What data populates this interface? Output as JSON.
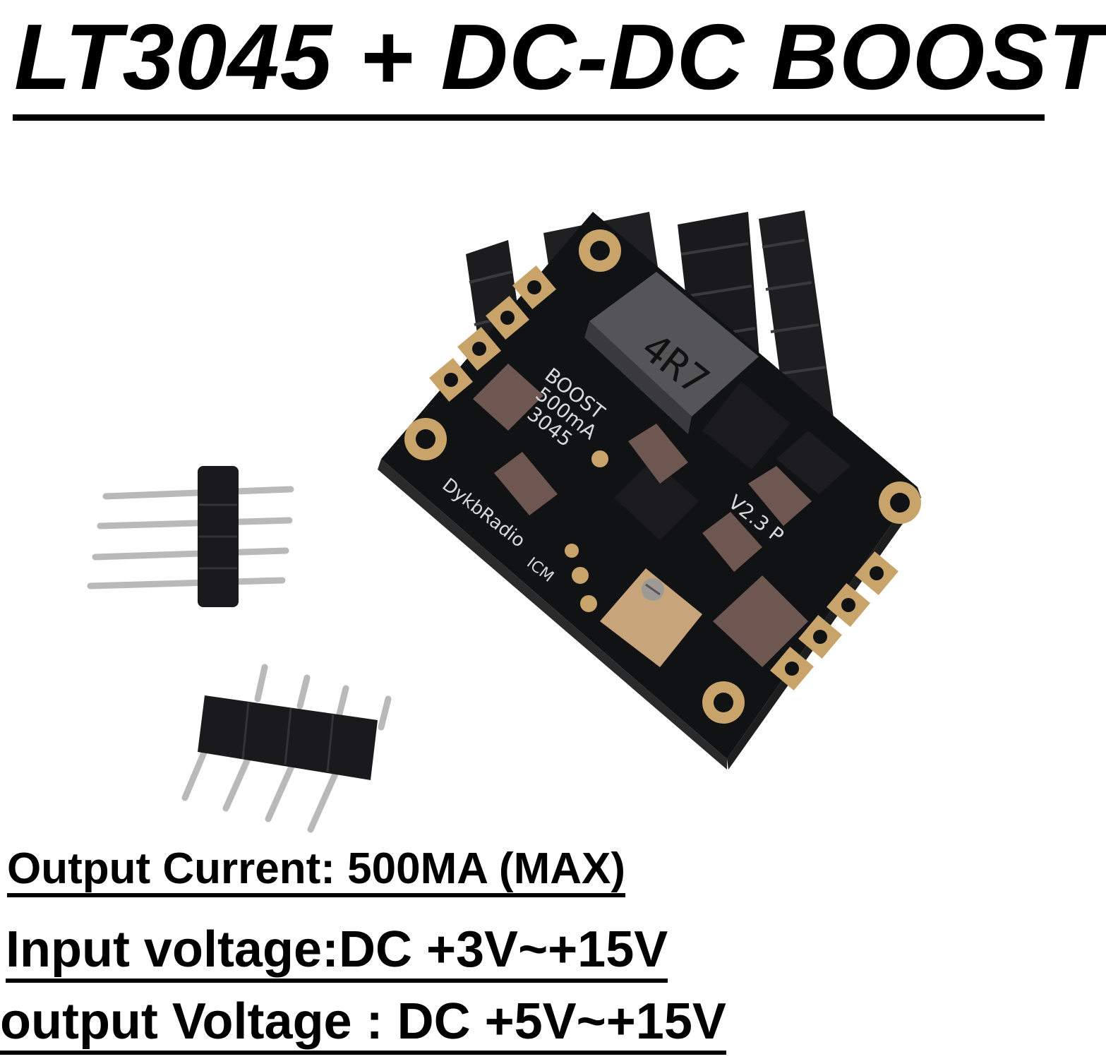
{
  "title": "LT3045 + DC-DC BOOST",
  "specs": {
    "current": "Output Current: 500MA (MAX)",
    "input": "Input voltage:DC +3V~+15V",
    "output": "output Voltage : DC +5V~+15V"
  },
  "board": {
    "inductor_marking": "4R7",
    "silk_left": [
      "BOOST",
      "500mA",
      "3045"
    ],
    "silk_brand": "DykbRadio",
    "silk_version": "V2.3 P",
    "silk_small": "ICM"
  },
  "colors": {
    "pcb": "#111214",
    "gold": "#c9a46a",
    "heatsink": "#1c1c1e",
    "capacitor": "#6e5750",
    "trimmer": "#c8a47a",
    "pin": "#b9b9b9"
  }
}
